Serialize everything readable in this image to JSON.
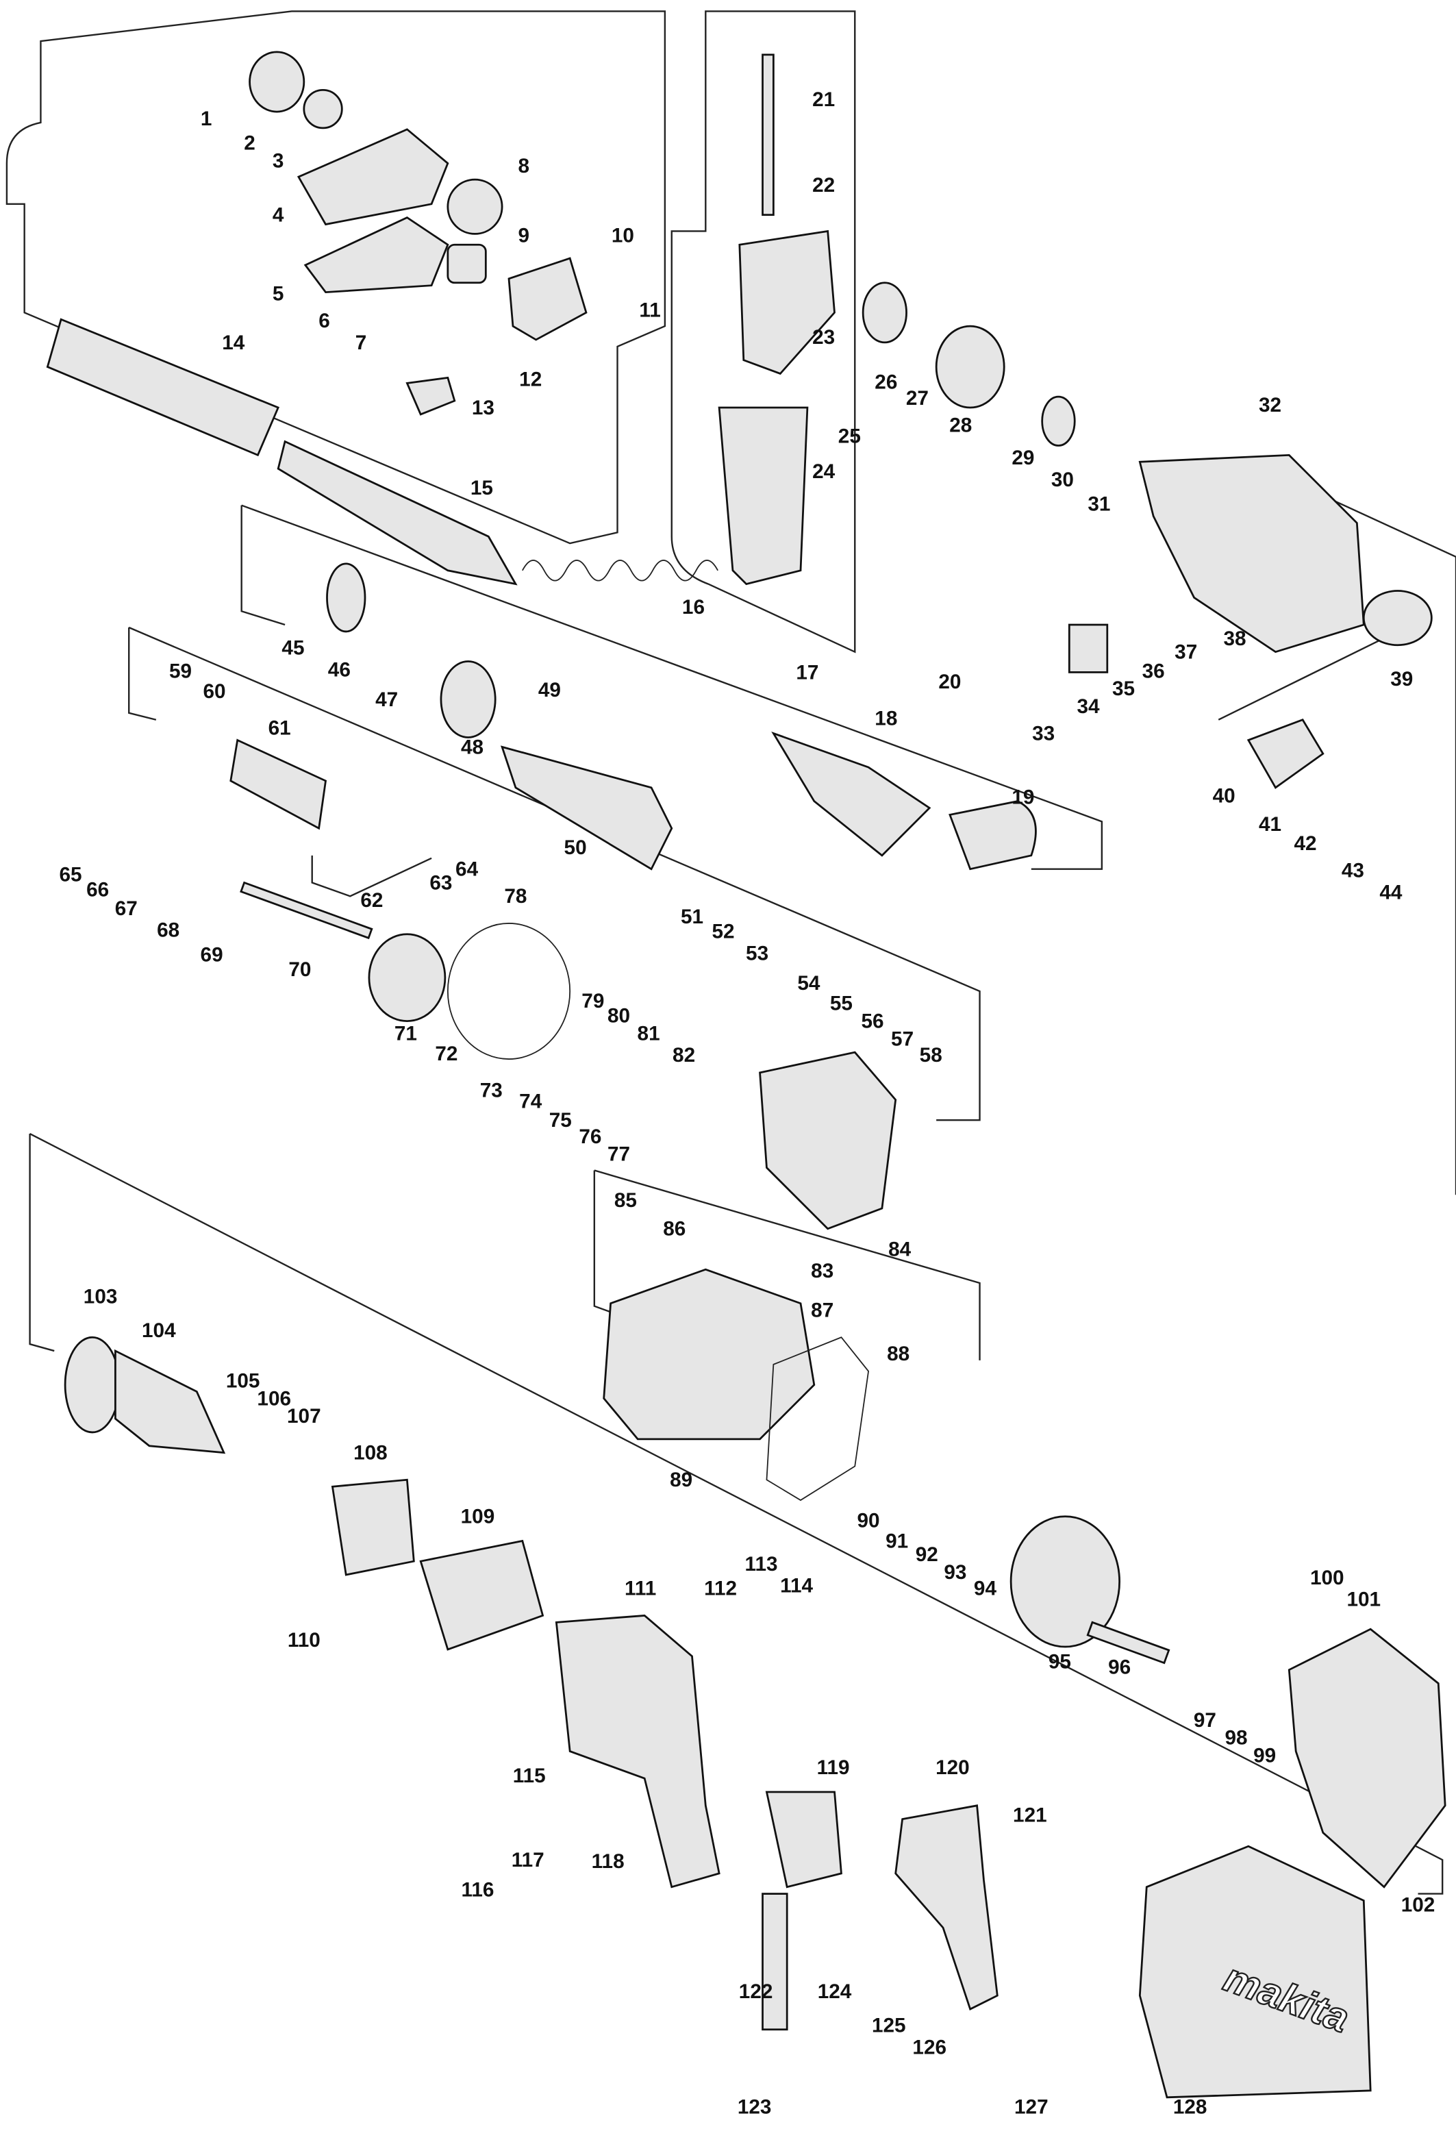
{
  "diagram": {
    "type": "exploded-parts-diagram",
    "brand_logo": "makita",
    "part_labels": [
      "1",
      "2",
      "3",
      "4",
      "5",
      "6",
      "7",
      "8",
      "9",
      "10",
      "11",
      "12",
      "13",
      "14",
      "15",
      "16",
      "17",
      "18",
      "19",
      "20",
      "21",
      "22",
      "23",
      "24",
      "25",
      "26",
      "27",
      "28",
      "29",
      "30",
      "31",
      "32",
      "33",
      "34",
      "35",
      "36",
      "37",
      "38",
      "39",
      "40",
      "41",
      "42",
      "43",
      "44",
      "45",
      "46",
      "47",
      "48",
      "49",
      "50",
      "51",
      "52",
      "53",
      "54",
      "55",
      "56",
      "57",
      "58",
      "59",
      "60",
      "61",
      "62",
      "63",
      "64",
      "65",
      "66",
      "67",
      "68",
      "69",
      "70",
      "71",
      "72",
      "73",
      "74",
      "75",
      "76",
      "77",
      "78",
      "79",
      "80",
      "81",
      "82",
      "83",
      "84",
      "85",
      "86",
      "87",
      "88",
      "89",
      "90",
      "91",
      "92",
      "93",
      "94",
      "95",
      "96",
      "97",
      "98",
      "99",
      "100",
      "101",
      "102",
      "103",
      "104",
      "105",
      "106",
      "107",
      "108",
      "109",
      "110",
      "111",
      "112",
      "113",
      "114",
      "115",
      "116",
      "117",
      "118",
      "119",
      "120",
      "121",
      "122",
      "123",
      "124",
      "125",
      "126",
      "127",
      "128"
    ]
  }
}
